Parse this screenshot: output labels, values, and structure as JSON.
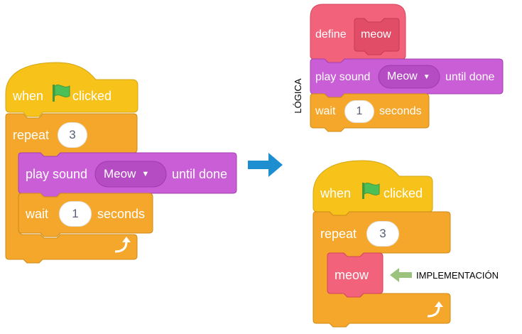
{
  "colors": {
    "events": "#f7c21a",
    "events_stroke": "#d3a514",
    "control": "#f4a72b",
    "control_stroke": "#cf8b17",
    "sound": "#c95ed6",
    "sound_stroke": "#a63fb3",
    "custom": "#f2627a",
    "custom_stroke": "#d3455d",
    "arrow_blue": "#1d8ed0",
    "arrow_green": "#9bc37e",
    "flag_green": "#4cbf56"
  },
  "left_script": {
    "when_label": "when",
    "clicked_label": "clicked",
    "repeat_label": "repeat",
    "repeat_count": "3",
    "play_sound_label": "play sound",
    "sound_name": "Meow",
    "until_done_label": "until done",
    "wait_label": "wait",
    "wait_value": "1",
    "seconds_label": "seconds",
    "loop_icon": "loop-arrow-icon",
    "flag_icon": "green-flag-icon"
  },
  "transition_arrow": "right-arrow-icon",
  "define_script": {
    "define_label": "define",
    "block_name": "meow",
    "play_sound_label": "play sound",
    "sound_name": "Meow",
    "until_done_label": "until done",
    "wait_label": "wait",
    "wait_value": "1",
    "seconds_label": "seconds",
    "side_label": "LÓGICA"
  },
  "main_script": {
    "when_label": "when",
    "clicked_label": "clicked",
    "repeat_label": "repeat",
    "repeat_count": "3",
    "call_block": "meow",
    "annotation": "IMPLEMENTACIÓN",
    "loop_icon": "loop-arrow-icon",
    "flag_icon": "green-flag-icon"
  }
}
